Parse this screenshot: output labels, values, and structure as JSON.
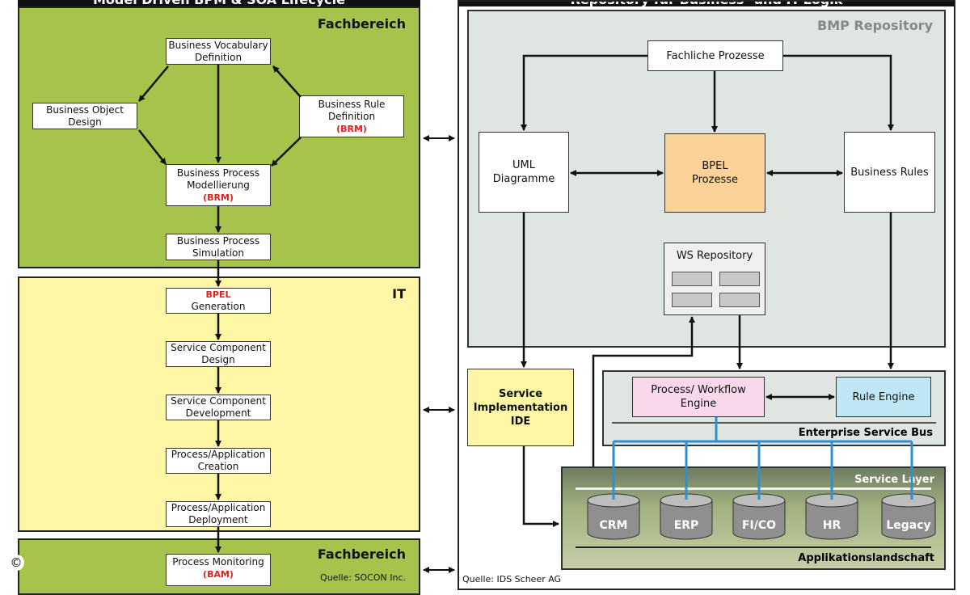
{
  "left": {
    "header": "Model Driven BPM & SOA Lifecycle",
    "fachbereich_top": {
      "title": "Fachbereich",
      "vocab": "Business Vocabulary Definition",
      "object": "Business Object Design",
      "rule": "Business Rule Definition",
      "rule_tag": "(BRM)",
      "model": "Business Process Modellierung",
      "model_tag": "(BRM)",
      "sim": "Business Process Simulation"
    },
    "it": {
      "title": "IT",
      "gen_tag": "BPEL",
      "gen": "Generation",
      "design": "Service Component Design",
      "dev": "Service Component Development",
      "create": "Process/Application Creation",
      "deploy": "Process/Application Deployment"
    },
    "fachbereich_bottom": {
      "title": "Fachbereich",
      "monitor": "Process Monitoring",
      "monitor_tag": "(BAM)",
      "source": "Quelle: SOCON Inc."
    }
  },
  "right": {
    "header": "Repository für Business- und IT-Logik",
    "repo_title": "BMP Repository",
    "fachliche": "Fachliche Prozesse",
    "uml": "UML Diagramme",
    "bpel": "BPEL Prozesse",
    "rules": "Business Rules",
    "ws": "WS Repository",
    "ide": "Service Implementation IDE",
    "engine": "Process/ Workflow Engine",
    "rule_engine": "Rule Engine",
    "esb": "Enterprise Service Bus",
    "service_layer": "Service Layer",
    "apps": [
      "CRM",
      "ERP",
      "FI/CO",
      "HR",
      "Legacy"
    ],
    "app_land": "Applikationslandschaft",
    "source": "Quelle: IDS Scheer AG"
  },
  "copyright": "©",
  "colors": {
    "green": "#a6c44c",
    "yellow": "#fdf7a5",
    "repo": "#dfe6e1",
    "bpel": "#fbd398",
    "engine": "#f8d8ea",
    "rule_engine": "#bfe6f4",
    "bus_line": "#2f8fd0"
  }
}
